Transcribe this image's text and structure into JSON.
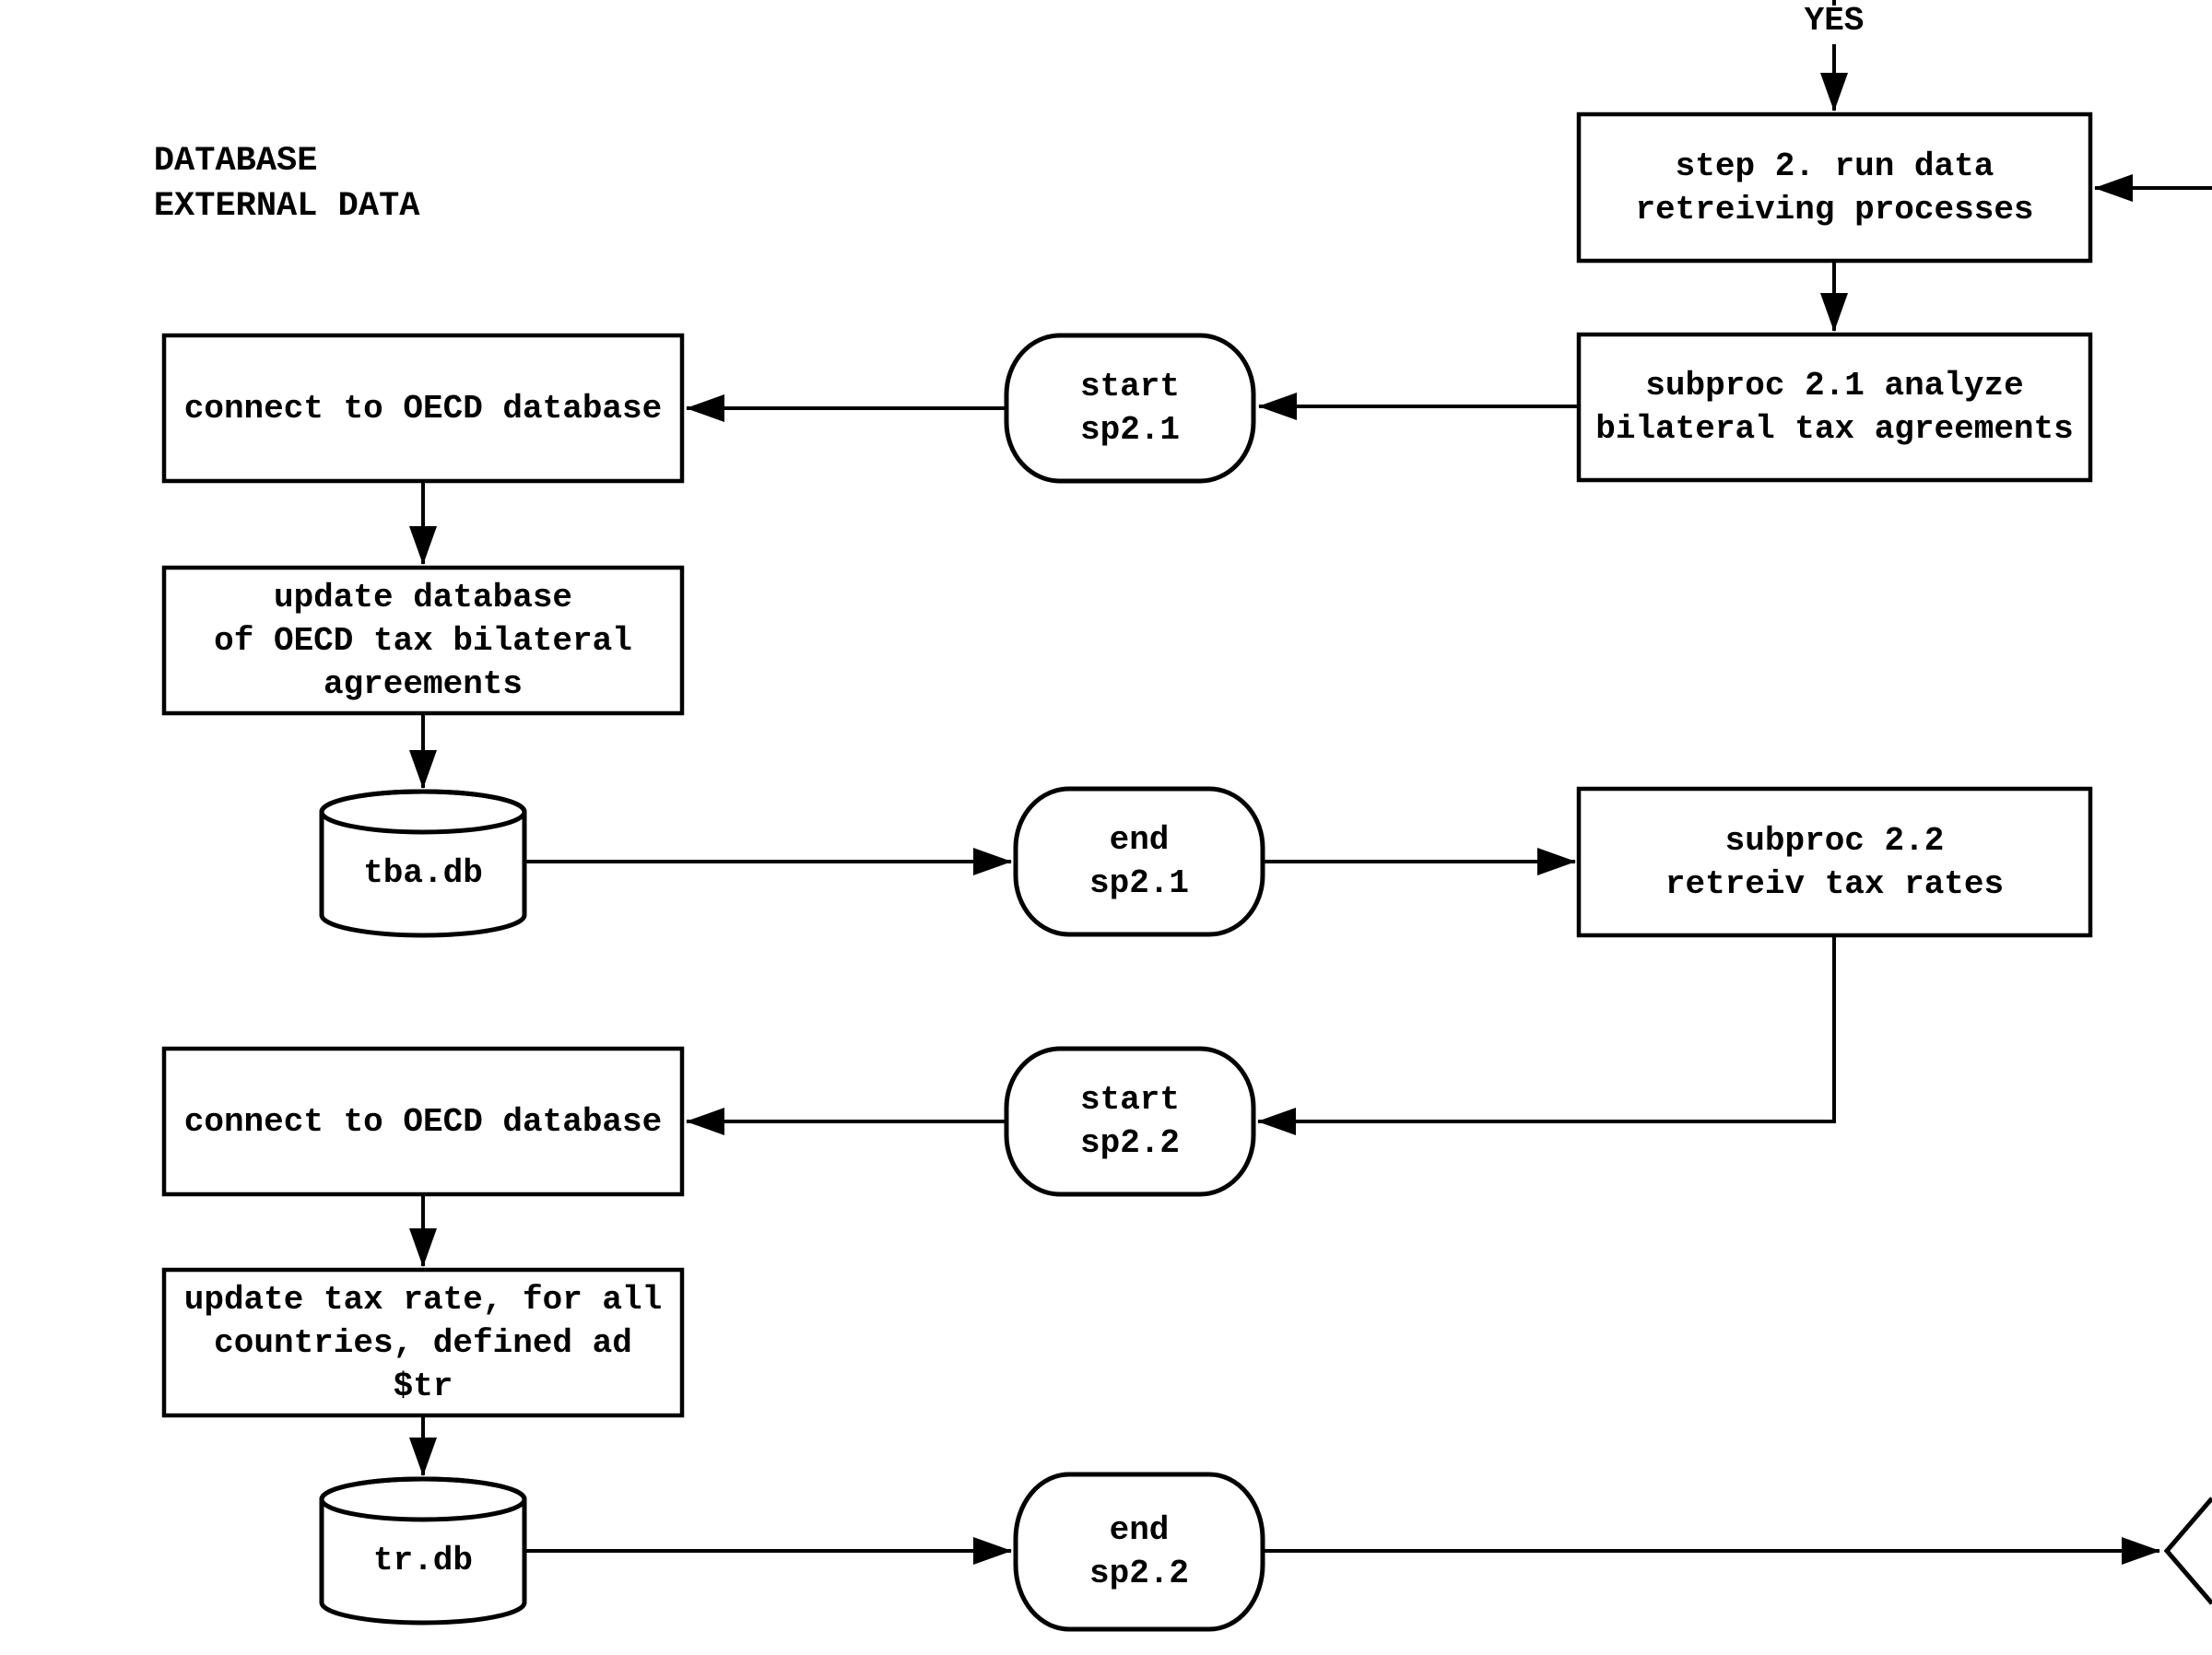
{
  "diagram": {
    "title_note": {
      "line1": "DATABASE",
      "line2": "EXTERNAL DATA"
    },
    "edge_labels": {
      "yes": "YES"
    },
    "colors": {
      "stroke": "#000000",
      "background": "#ffffff",
      "text": "#000000"
    },
    "nodes": {
      "step2": {
        "type": "process",
        "lines": [
          "step 2. run data",
          "retreiving processes"
        ]
      },
      "subproc21": {
        "type": "process",
        "lines": [
          "subproc 2.1 analyze",
          "bilateral tax agreements"
        ]
      },
      "start_sp21": {
        "type": "terminator",
        "lines": [
          "start",
          "sp2.1"
        ]
      },
      "connect1": {
        "type": "process",
        "lines": [
          "connect to OECD database"
        ]
      },
      "update1": {
        "type": "process",
        "lines": [
          "update database",
          "of OECD tax bilateral",
          "agreements"
        ]
      },
      "tba_db": {
        "type": "datastore",
        "lines": [
          "tba.db"
        ]
      },
      "end_sp21": {
        "type": "terminator",
        "lines": [
          "end",
          "sp2.1"
        ]
      },
      "subproc22": {
        "type": "process",
        "lines": [
          "subproc 2.2",
          "retreiv tax rates"
        ]
      },
      "start_sp22": {
        "type": "terminator",
        "lines": [
          "start",
          "sp2.2"
        ]
      },
      "connect2": {
        "type": "process",
        "lines": [
          "connect to OECD database"
        ]
      },
      "update2": {
        "type": "process",
        "lines": [
          "update tax rate, for all",
          "countries, defined ad",
          "$tr"
        ]
      },
      "tr_db": {
        "type": "datastore",
        "lines": [
          "tr.db"
        ]
      },
      "end_sp22": {
        "type": "terminator",
        "lines": [
          "end",
          "sp2.2"
        ]
      },
      "decision_partial": {
        "type": "decision",
        "lines": []
      }
    }
  }
}
